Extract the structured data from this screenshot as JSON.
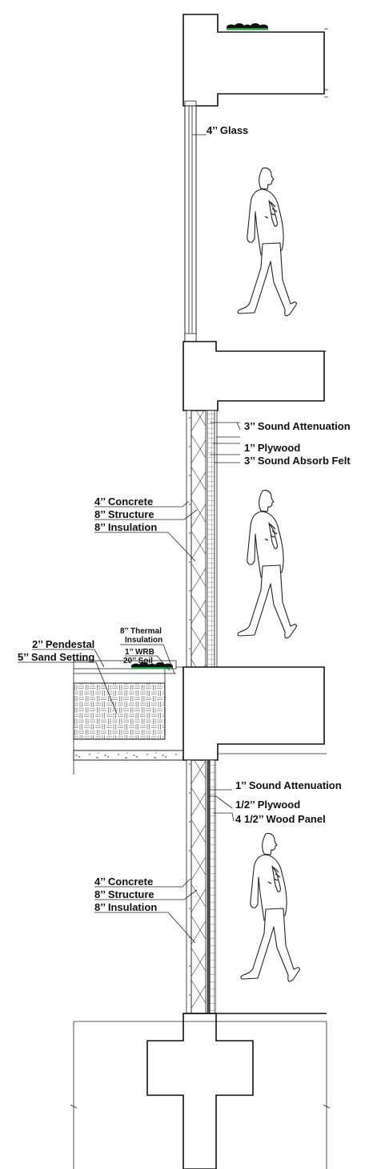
{
  "labels": {
    "glass": "4’’ Glass",
    "upper_wall": {
      "sound_attenuation": "3’’ Sound Attenuation",
      "plywood": "1’’ Plywood",
      "sound_absorb_felt": "3’’ Sound Absorb Felt",
      "concrete": "4’’ Concrete",
      "structure": "8’’ Structure",
      "insulation": "8’’ Insulation"
    },
    "balcony": {
      "pedestal": "2’’ Pendestal",
      "sand_setting": "5’’ Sand Setting",
      "thermal_insulation_line1": "8’’ Thermal",
      "thermal_insulation_line2": "Insulation",
      "wrb": "1’’ WRB",
      "soil": "20’’ Soil"
    },
    "lower_wall": {
      "sound_attenuation": "1’’ Sound Attenuation",
      "plywood": "1/2’’ Plywood",
      "wood_panel": "4 1/2’’ Wood Panel",
      "concrete": "4’’ Concrete",
      "structure": "8’’ Structure",
      "insulation": "8’’ Insulation"
    }
  },
  "colors": {
    "line": "#222222",
    "background": "#ffffff",
    "planting_green": "#1e9e3a",
    "planting_dark": "#111111"
  },
  "icons": [
    "human-figure-icon",
    "planting-icon",
    "concrete-hatch",
    "insulation-hatch",
    "paver-hatch"
  ]
}
